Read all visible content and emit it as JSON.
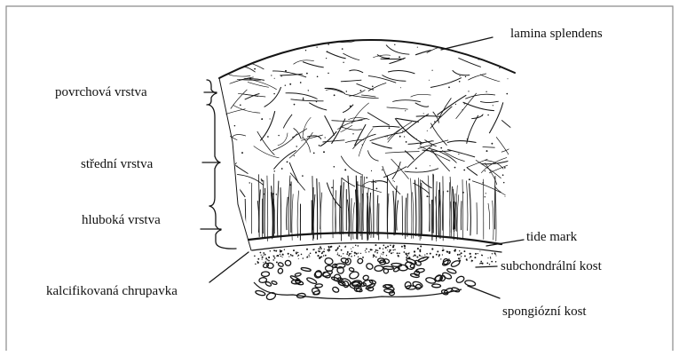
{
  "diagram": {
    "labels": {
      "lamina_splendens": "lamina splendens",
      "povrchova_vrstva": "povrchová vrstva",
      "stredni_vrstva": "střední vrstva",
      "hluboka_vrstva": "hluboká vrstva",
      "tide_mark": "tide mark",
      "subchondralni_kost": "subchondrální kost",
      "kalcifikovana_chrupavka": "kalcifikovaná chrupavka",
      "spongiozni_kost": "spongiózní kost"
    },
    "colors": {
      "ink": "#151515",
      "frame": "#8a8a8a",
      "background": "#ffffff"
    }
  }
}
